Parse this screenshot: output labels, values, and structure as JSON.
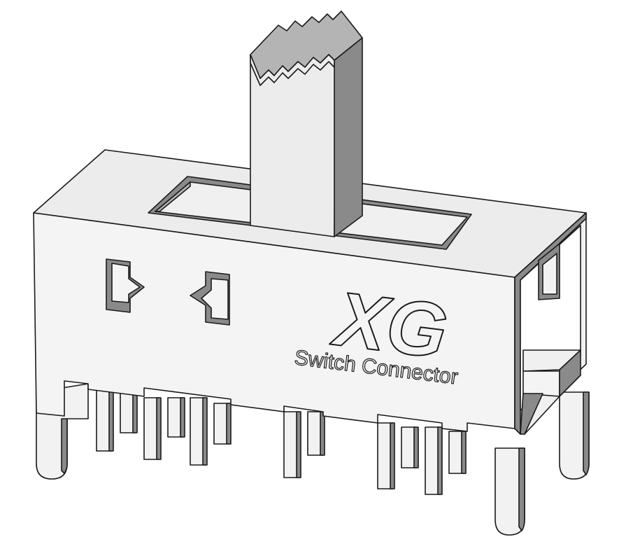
{
  "product": {
    "logo_text": "XG",
    "caption": "Switch Connector"
  },
  "palette": {
    "face_light": "#ececec",
    "face_white": "#f4f4f4",
    "face_shade": "#8a8a8a",
    "face_mid": "#b4b4b4",
    "edge": "#1a1a1a",
    "background": "#ffffff"
  },
  "icons": {
    "component": "slide-switch-3d-render"
  }
}
